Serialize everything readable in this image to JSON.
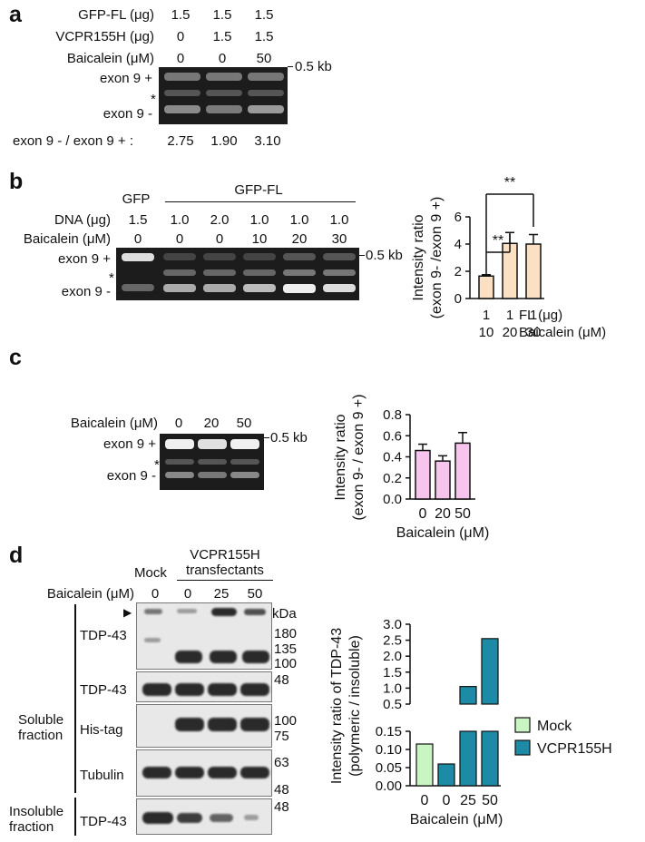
{
  "panels": {
    "a": "a",
    "b": "b",
    "c": "c",
    "d": "d"
  },
  "a": {
    "rows": [
      {
        "label": "GFP-FL (μg)",
        "values": [
          "1.5",
          "1.5",
          "1.5"
        ]
      },
      {
        "label": "VCPR155H (μg)",
        "values": [
          "0",
          "1.5",
          "1.5"
        ]
      },
      {
        "label": "Baicalein (μM)",
        "values": [
          "0",
          "0",
          "50"
        ]
      }
    ],
    "exon_plus": "exon 9 +",
    "exon_minus": "exon 9 -",
    "asterisk": "*",
    "size": "0.5 kb",
    "ratio_label": "exon 9 - / exon 9 + :",
    "ratios": [
      "2.75",
      "1.90",
      "3.10"
    ]
  },
  "b": {
    "gfp": "GFP",
    "gfp_fl": "GFP-FL",
    "dna_label": "DNA (μg)",
    "dna": [
      "1.5",
      "1.0",
      "2.0",
      "1.0",
      "1.0",
      "1.0"
    ],
    "baicalein_label": "Baicalein (μM)",
    "baicalein": [
      "0",
      "0",
      "0",
      "10",
      "20",
      "30"
    ],
    "exon_plus": "exon 9 +",
    "exon_minus": "exon 9 -",
    "asterisk": "*",
    "size": "0.5 kb",
    "sig": "**",
    "chart_fl_label": "FL (μg)",
    "chart_baicalein_label": "Baicalein (μM)",
    "chart_fl_values": [
      "1",
      "1",
      "1"
    ]
  },
  "c": {
    "baicalein_label": "Baicalein (μM)",
    "baicalein": [
      "0",
      "20",
      "50"
    ],
    "exon_plus": "exon 9 +",
    "exon_minus": "exon 9 -",
    "asterisk": "*",
    "size": "0.5 kb"
  },
  "d": {
    "mock": "Mock",
    "vcp1": "VCPR155H",
    "vcp2": "transfectants",
    "baicalein_label": "Baicalein (μM)",
    "baicalein": [
      "0",
      "0",
      "25",
      "50"
    ],
    "kda": "kDa",
    "soluble1": "Soluble",
    "soluble2": "fraction",
    "insoluble1": "Insoluble",
    "insoluble2": "fraction",
    "blots": [
      {
        "label": "TDP-43",
        "markers": [
          "180",
          "135",
          "100"
        ]
      },
      {
        "label": "TDP-43",
        "markers": [
          "48"
        ]
      },
      {
        "label": "His-tag",
        "markers": [
          "100",
          "75"
        ]
      },
      {
        "label": "Tubulin",
        "markers": [
          "63",
          "48"
        ]
      },
      {
        "label": "TDP-43",
        "markers": [
          "48"
        ]
      }
    ],
    "arrow": "▶"
  },
  "chart_data": [
    {
      "type": "bar",
      "panel": "b",
      "categories": [
        "10",
        "20",
        "30"
      ],
      "values": [
        1.65,
        4.05,
        4.0
      ],
      "errors": [
        0.1,
        0.8,
        0.7
      ],
      "ylabel": "Intensity ratio\n(exon 9- /exon 9 +)",
      "ylim": [
        0,
        6
      ],
      "yticks": [
        "0",
        "2",
        "4",
        "6"
      ],
      "color": "#fbe0c4",
      "grid": false
    },
    {
      "type": "bar",
      "panel": "c",
      "categories": [
        "0",
        "20",
        "50"
      ],
      "values": [
        0.46,
        0.36,
        0.53
      ],
      "errors": [
        0.06,
        0.05,
        0.1
      ],
      "xlabel": "Baicalein (μM)",
      "ylabel": "Intensity ratio\n(exon 9- / exon 9 +)",
      "ylim": [
        0,
        0.8
      ],
      "yticks": [
        "0.0",
        "0.2",
        "0.4",
        "0.6",
        "0.8"
      ],
      "color": "#f6c4ec",
      "grid": false
    },
    {
      "type": "bar",
      "panel": "d",
      "categories": [
        "0",
        "0",
        "25",
        "50"
      ],
      "values": [
        0.115,
        0.06,
        1.05,
        2.55
      ],
      "series_colors": [
        "#c9f5c3",
        "#1e8ba6",
        "#1e8ba6",
        "#1e8ba6"
      ],
      "xlabel": "Baicalein (μM)",
      "ylabel": "Intensity ratio of TDP-43\n(polymeric / insoluble)",
      "ylim_lower": [
        0,
        0.15
      ],
      "ylim_upper": [
        0.5,
        3.0
      ],
      "yticks_lower": [
        "0.00",
        "0.05",
        "0.10",
        "0.15"
      ],
      "yticks_upper": [
        "0.5",
        "1.0",
        "1.5",
        "2.0",
        "2.5",
        "3.0"
      ],
      "legend": [
        "Mock",
        "VCPR155H"
      ],
      "legend_colors": [
        "#c9f5c3",
        "#1e8ba6"
      ],
      "legend_position": "right"
    }
  ]
}
